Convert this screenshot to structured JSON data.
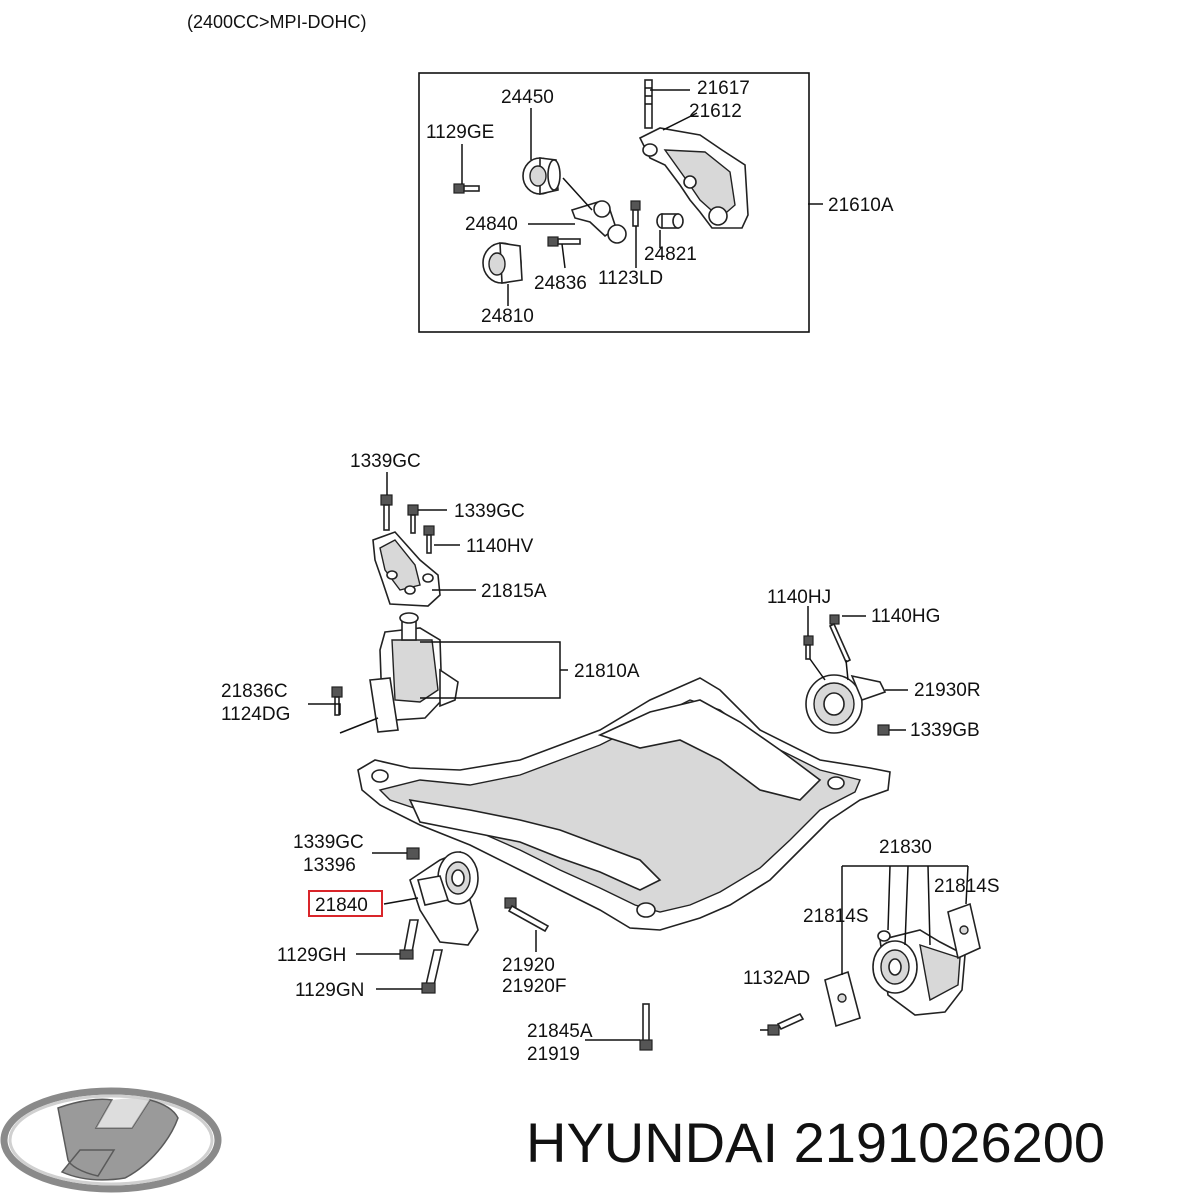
{
  "header": {
    "engine": "(2400CC>MPI-DOHC)"
  },
  "upper_group": {
    "labels": {
      "p24450": "24450",
      "p21617": "21617",
      "p21612": "21612",
      "p1129GE": "1129GE",
      "p21610A": "21610A",
      "p24840": "24840",
      "p24821": "24821",
      "p24836": "24836",
      "p1123LD": "1123LD",
      "p24810": "24810"
    }
  },
  "lower_group": {
    "labels": {
      "p1339GC_a": "1339GC",
      "p1339GC_b": "1339GC",
      "p1140HV": "1140HV",
      "p21815A": "21815A",
      "p21810A": "21810A",
      "p21836C": "21836C",
      "p1124DG": "1124DG",
      "p1140HJ": "1140HJ",
      "p1140HG": "1140HG",
      "p21930R": "21930R",
      "p1339GB": "1339GB",
      "p1339GC_c": "1339GC",
      "p13396": "13396",
      "p21840": "21840",
      "p1129GH": "1129GH",
      "p1129GN": "1129GN",
      "p21920": "21920",
      "p21920F": "21920F",
      "p21830": "21830",
      "p21814S_a": "21814S",
      "p21814S_b": "21814S",
      "p1132AD": "1132AD",
      "p21845A": "21845A",
      "p21919": "21919"
    },
    "highlighted_part": "21840",
    "highlight_color": "#d9252a"
  },
  "footer": {
    "logo": "hyundai-logo",
    "brand_text": "HYUNDAI 2191026200"
  }
}
